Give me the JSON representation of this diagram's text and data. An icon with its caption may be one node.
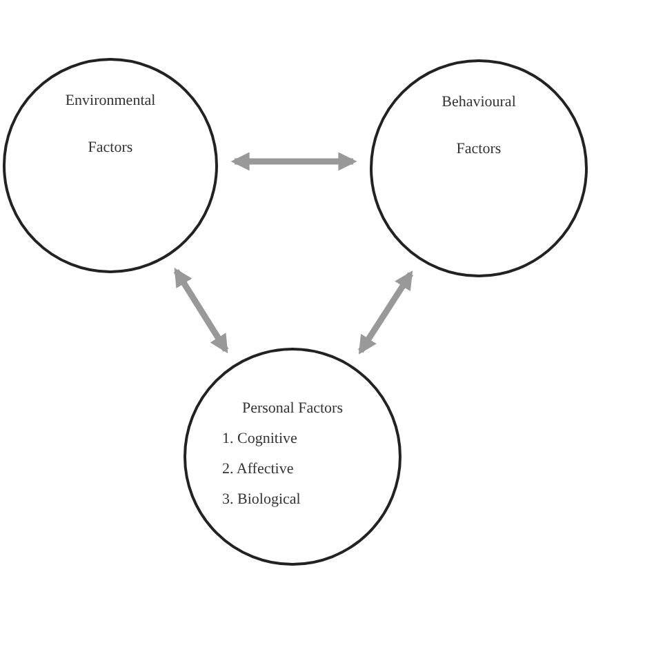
{
  "diagram": {
    "nodes": [
      {
        "text": [
          "Environmental Factors"
        ]
      },
      {
        "text": [
          "Behavioural Factors"
        ]
      },
      {
        "text": [
          "Personal Factors",
          "1. Cognitive",
          "2. Affective",
          "3. Biological"
        ]
      }
    ],
    "edges": [
      {
        "from": 0,
        "to": 1,
        "arrow": "both"
      },
      {
        "from": 0,
        "to": 2,
        "arrow": "both"
      },
      {
        "from": 1,
        "to": 2,
        "arrow": "both"
      }
    ]
  }
}
